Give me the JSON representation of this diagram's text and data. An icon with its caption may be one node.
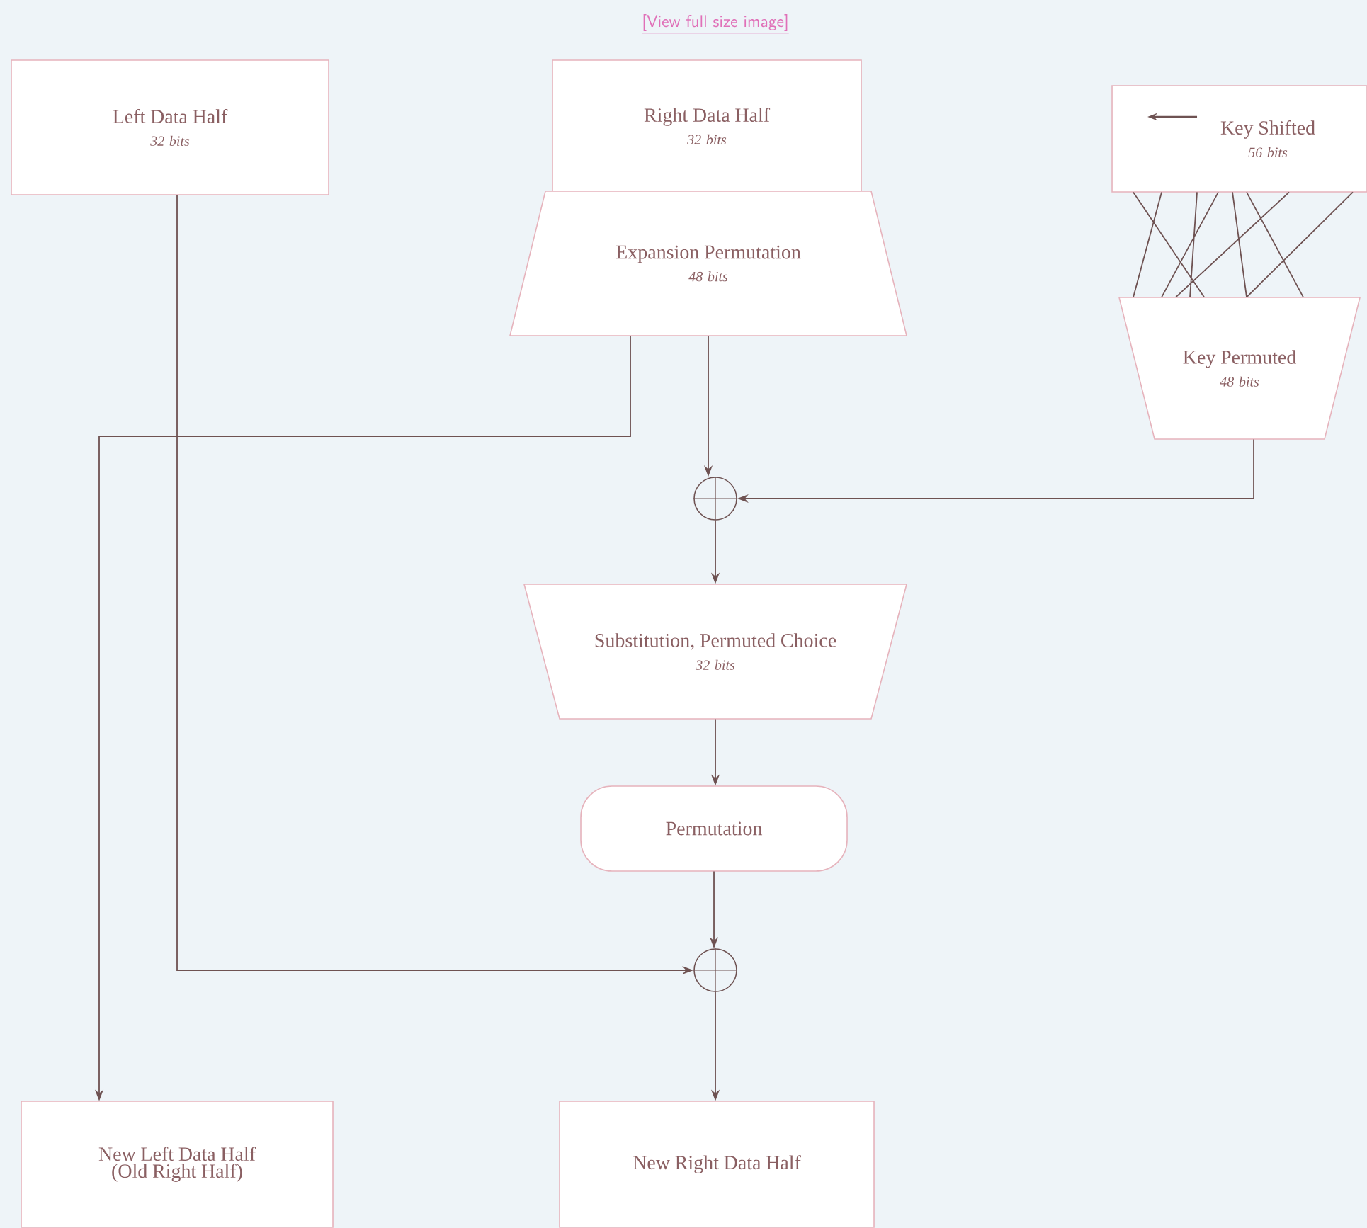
{
  "diagram": {
    "nodes": [
      {
        "text": [
          "Left Data Half",
          "32 bits"
        ]
      },
      {
        "text": [
          "Right Data Half",
          "32 bits"
        ]
      },
      {
        "text": [
          "Expansion Permutation",
          "48 bits"
        ]
      },
      {
        "text": [
          "Key Shifted",
          "56 bits"
        ]
      },
      {
        "text": [
          "Key Permuted",
          "48 bits"
        ]
      },
      {
        "text": [],
        "shape": "circle"
      },
      {
        "text": [
          "Substitution, Permuted Choice",
          "32 bits"
        ]
      },
      {
        "text": [
          "Permutation"
        ]
      },
      {
        "text": [],
        "shape": "circle"
      },
      {
        "text": [
          "New Left Data Half (Old Right Half)"
        ]
      },
      {
        "text": [
          "New Right Data Half"
        ]
      }
    ],
    "edges": [
      {
        "from": 0,
        "to": 8,
        "arrow": "to"
      },
      {
        "from": 2,
        "to": 9,
        "arrow": "to"
      },
      {
        "from": 2,
        "to": 5,
        "arrow": "to"
      },
      {
        "from": 3,
        "to": 4,
        "arrow": "none"
      },
      {
        "from": 4,
        "to": 5,
        "arrow": "to"
      },
      {
        "from": 5,
        "to": 6,
        "arrow": "to"
      },
      {
        "from": 6,
        "to": 7,
        "arrow": "to"
      },
      {
        "from": 7,
        "to": 8,
        "arrow": "to"
      },
      {
        "from": 8,
        "to": 10,
        "arrow": "to"
      }
    ],
    "labels": [
      "[View full size image]"
    ]
  }
}
